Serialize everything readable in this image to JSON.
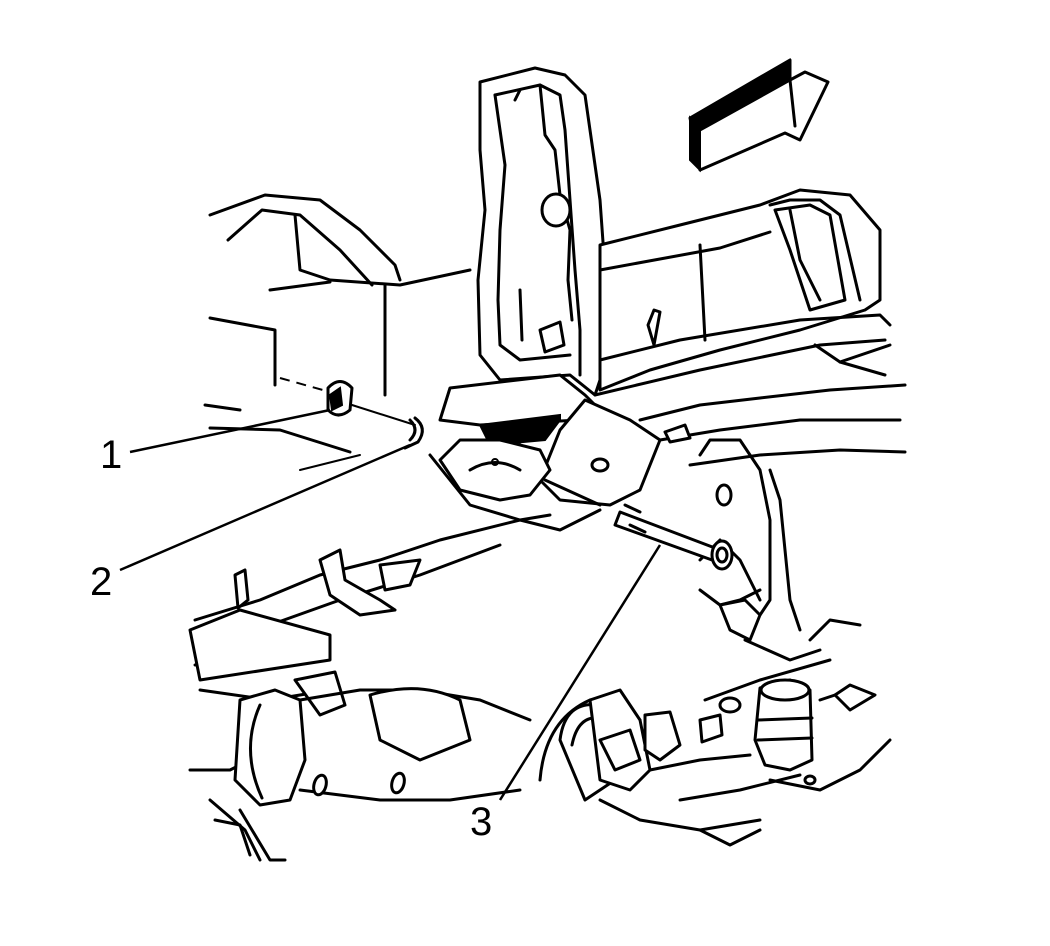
{
  "callouts": [
    {
      "id": "1",
      "label": "1"
    },
    {
      "id": "2",
      "label": "2"
    },
    {
      "id": "3",
      "label": "3"
    }
  ],
  "arrow_icon": "forward-direction-arrow-icon",
  "colors": {
    "line": "#000000",
    "background": "#ffffff"
  }
}
